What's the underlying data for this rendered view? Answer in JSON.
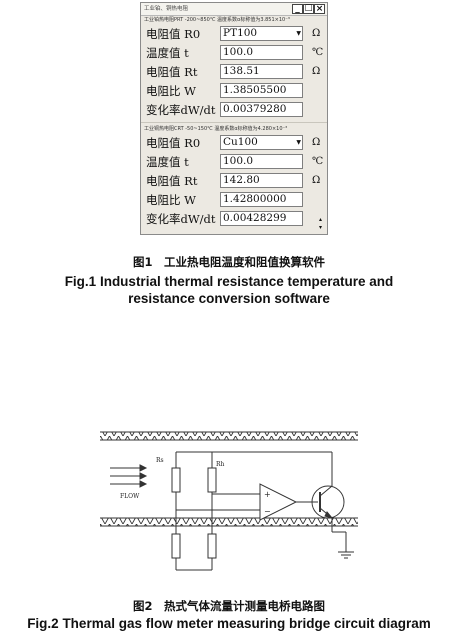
{
  "figure1": {
    "window": {
      "title": "工业铂、铜热电阻",
      "controls": [
        "_",
        "☐",
        "×"
      ]
    },
    "section1": {
      "header": "工业铂热电阻PRT -200~850℃  温度系数α标称值为3.851×10⁻³",
      "rows": [
        {
          "label": "电阻值 R0",
          "value": "PT100",
          "unit": "Ω",
          "dropdown": true
        },
        {
          "label": "温度值 t",
          "value": "100.0",
          "unit": "℃"
        },
        {
          "label": "电阻值 Rt",
          "value": "138.51",
          "unit": "Ω"
        },
        {
          "label": "电阻比 W",
          "value": "1.38505500",
          "unit": ""
        },
        {
          "label": "变化率dW/dt",
          "value": "0.00379280",
          "unit": ""
        }
      ]
    },
    "section2": {
      "header": "工业铜热电阻CRT -50~150℃  温度系数α标称值为4.280×10⁻³",
      "rows": [
        {
          "label": "电阻值 R0",
          "value": "Cu100",
          "unit": "Ω",
          "dropdown": true
        },
        {
          "label": "温度值 t",
          "value": "100.0",
          "unit": "℃"
        },
        {
          "label": "电阻值 Rt",
          "value": "142.80",
          "unit": "Ω"
        },
        {
          "label": "电阻比 W",
          "value": "1.42800000",
          "unit": ""
        },
        {
          "label": "变化率dW/dt",
          "value": "0.00428299",
          "unit": ""
        }
      ]
    },
    "caption_cn": "图1　工业热电阻温度和阻值换算软件",
    "caption_en_line1": "Fig.1  Industrial thermal resistance temperature and",
    "caption_en_line2": "resistance conversion software"
  },
  "figure2": {
    "labels": {
      "rs": "Rs",
      "rh": "Rh",
      "flow": "FLOW",
      "plus": "+",
      "minus": "−"
    },
    "caption_cn": "图2　热式气体流量计测量电桥电路图",
    "caption_en": "Fig.2  Thermal gas flow meter measuring bridge circuit diagram"
  }
}
